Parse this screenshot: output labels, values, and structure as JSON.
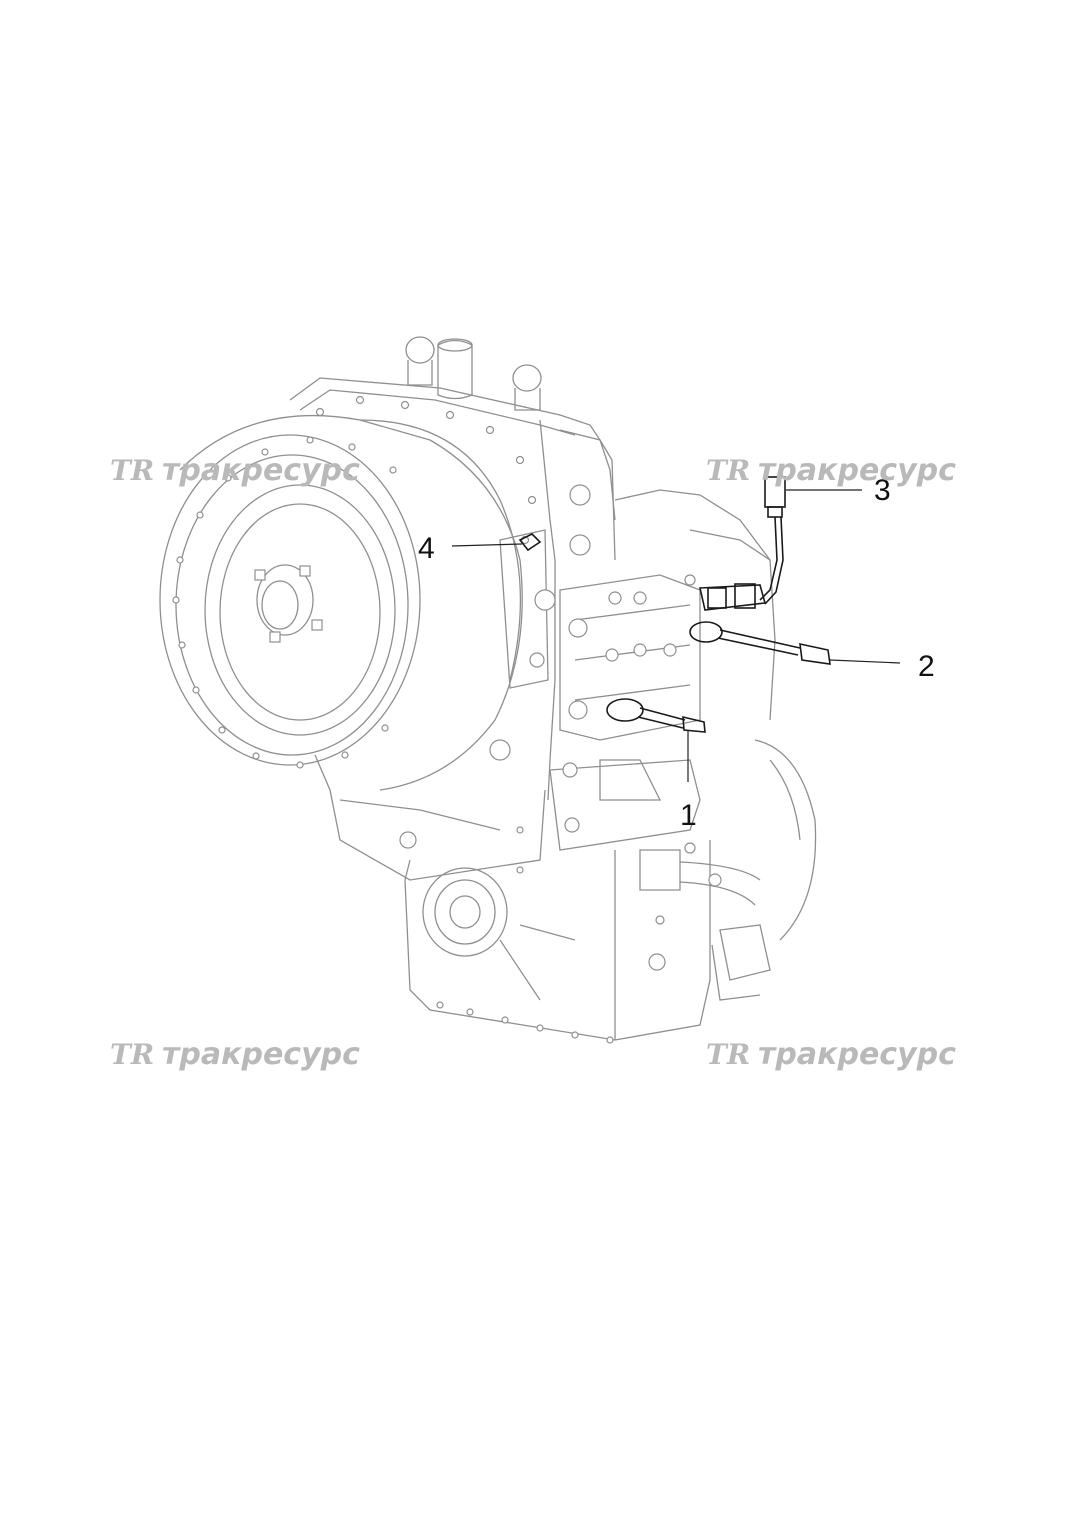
{
  "watermark": {
    "logo_mark": "TR",
    "brand_text": "тракресурс"
  },
  "callouts": [
    {
      "id": "1",
      "label": "1"
    },
    {
      "id": "2",
      "label": "2"
    },
    {
      "id": "3",
      "label": "3"
    },
    {
      "id": "4",
      "label": "4"
    }
  ],
  "colors": {
    "line": "#8f8f8f",
    "sensor": "#1a1a1a",
    "watermark": "#b9b9b9"
  }
}
